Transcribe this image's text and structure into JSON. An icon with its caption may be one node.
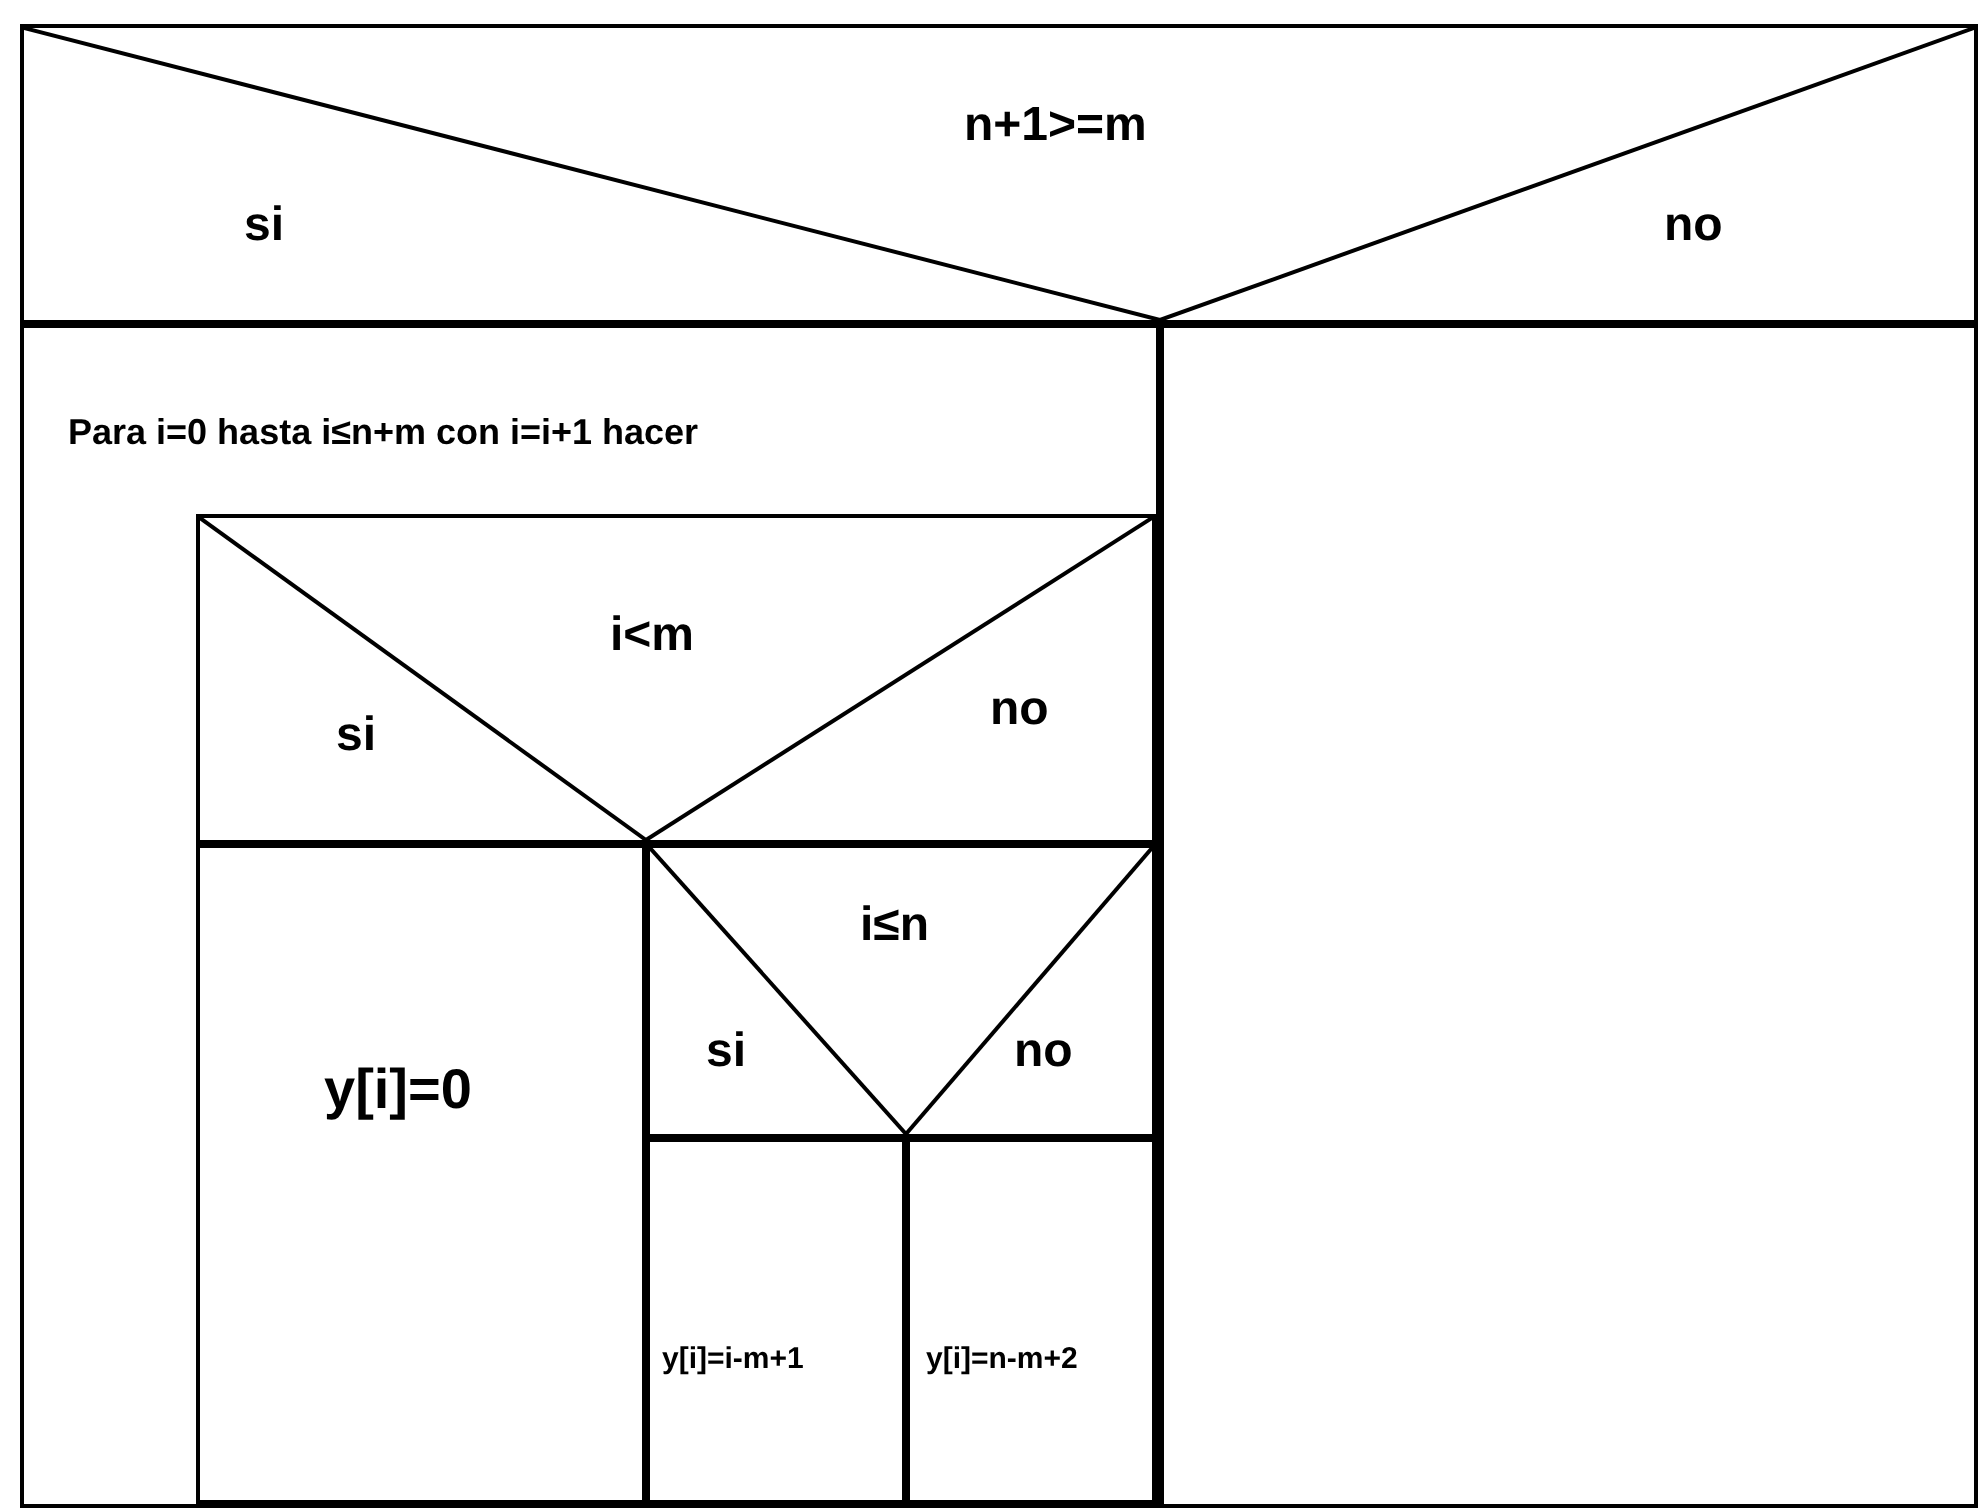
{
  "diagram": {
    "nodes": [
      {
        "text": [
          "n+1>=m",
          "si",
          "no"
        ]
      },
      {
        "text": [
          "Para i=0 hasta i≤n+m con i=i+1 hacer"
        ]
      },
      {
        "text": [
          "i<m",
          "si",
          "no"
        ],
        "in": 1
      },
      {
        "text": [
          "y[i]=0"
        ],
        "in": 1
      },
      {
        "text": [
          "i≤n",
          "si",
          "no"
        ],
        "in": 1
      },
      {
        "text": [
          "y[i]=i-m+1"
        ],
        "in": 1
      },
      {
        "text": [
          "y[i]=n-m+2"
        ],
        "in": 1
      },
      {
        "text": [],
        "shape": "box"
      }
    ]
  }
}
